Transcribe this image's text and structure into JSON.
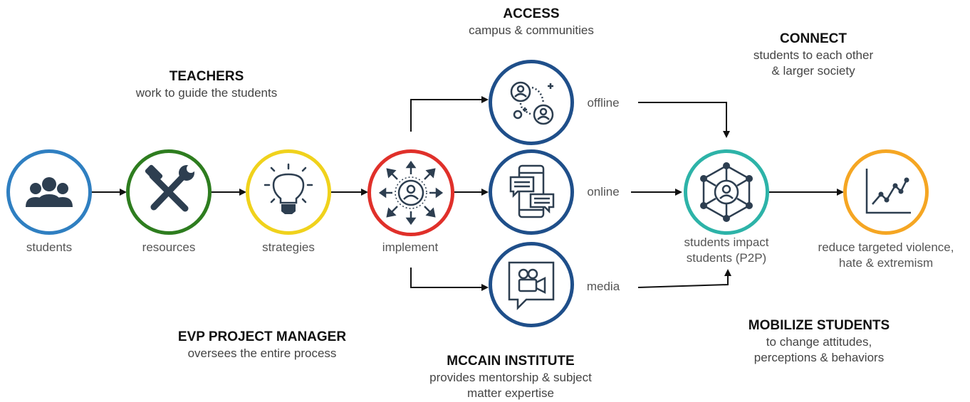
{
  "nodes": {
    "students": {
      "label": "students",
      "color": "#2f7fc1"
    },
    "resources": {
      "label": "resources",
      "color": "#2e7d1f"
    },
    "strategies": {
      "label": "strategies",
      "color": "#f0d21c"
    },
    "implement": {
      "label": "implement",
      "color": "#e0302a"
    },
    "access": {
      "color": "#1f4f8a"
    },
    "online_node": {
      "color": "#1f4f8a"
    },
    "media_node": {
      "color": "#1f4f8a"
    },
    "p2p": {
      "label_line1": "students impact",
      "label_line2": "students (P2P)",
      "color": "#2db3a8"
    },
    "reduce": {
      "label_line1": "reduce targeted violence,",
      "label_line2": "hate & extremism",
      "color": "#f5a623"
    }
  },
  "channels": {
    "offline": "offline",
    "online": "online",
    "media": "media"
  },
  "headings": {
    "teachers": {
      "title": "TEACHERS",
      "sub": "work to guide the students"
    },
    "access": {
      "title": "ACCESS",
      "sub": "campus & communities"
    },
    "connect": {
      "title": "CONNECT",
      "sub1": "students to each other",
      "sub2": "& larger society"
    },
    "evp": {
      "title": "EVP PROJECT MANAGER",
      "sub": "oversees the entire process"
    },
    "mccain": {
      "title": "MCCAIN INSTITUTE",
      "sub1": "provides mentorship & subject",
      "sub2": "matter expertise"
    },
    "mobilize": {
      "title": "MOBILIZE STUDENTS",
      "sub1": "to change attitudes,",
      "sub2": "perceptions & behaviors"
    }
  },
  "icons": [
    "people-icon",
    "tools-icon",
    "lightbulb-icon",
    "expand-person-icon",
    "connect-people-icon",
    "devices-chat-icon",
    "video-chat-icon",
    "network-person-icon",
    "trend-chart-icon"
  ]
}
